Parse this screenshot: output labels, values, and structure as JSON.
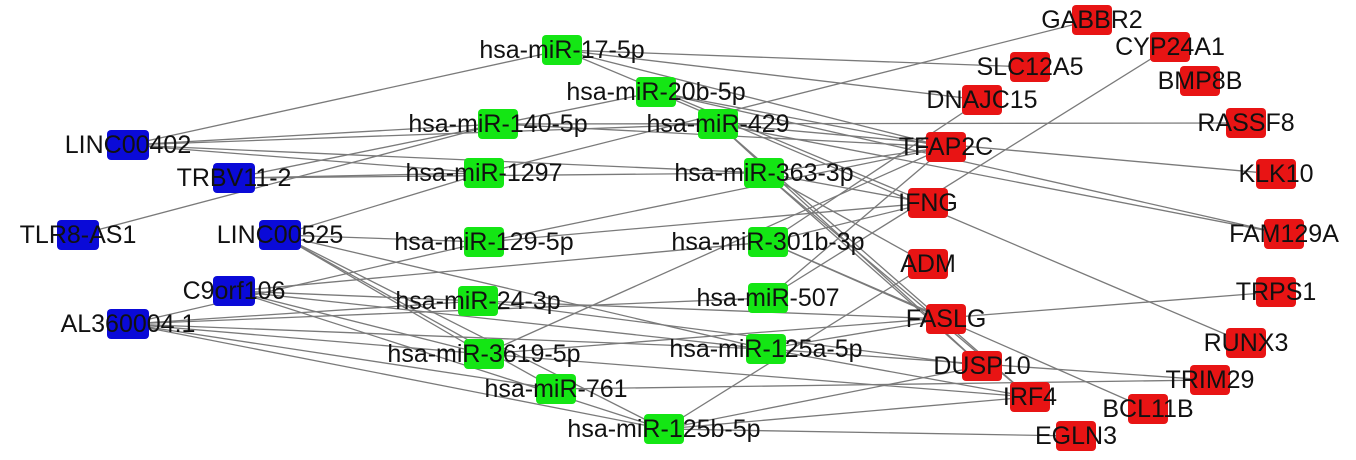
{
  "colors": {
    "lncrna": "#0a0ad8",
    "mirna": "#14e614",
    "mrna": "#e81414",
    "edge": "#7a7a7a"
  },
  "nodes": [
    {
      "id": "LINC00402",
      "label": "LINC00402",
      "type": "lncrna"
    },
    {
      "id": "TRBV11-2",
      "label": "TRBV11-2",
      "type": "lncrna"
    },
    {
      "id": "TLR8-AS1",
      "label": "TLR8-AS1",
      "type": "lncrna"
    },
    {
      "id": "LINC00525",
      "label": "LINC00525",
      "type": "lncrna"
    },
    {
      "id": "C9orf106",
      "label": "C9orf106",
      "type": "lncrna"
    },
    {
      "id": "AL360004.1",
      "label": "AL360004.1",
      "type": "lncrna"
    },
    {
      "id": "hsa-miR-17-5p",
      "label": "hsa-miR-17-5p",
      "type": "mirna"
    },
    {
      "id": "hsa-miR-20b-5p",
      "label": "hsa-miR-20b-5p",
      "type": "mirna"
    },
    {
      "id": "hsa-miR-140-5p",
      "label": "hsa-miR-140-5p",
      "type": "mirna"
    },
    {
      "id": "hsa-miR-429",
      "label": "hsa-miR-429",
      "type": "mirna"
    },
    {
      "id": "hsa-miR-1297",
      "label": "hsa-miR-1297",
      "type": "mirna"
    },
    {
      "id": "hsa-miR-363-3p",
      "label": "hsa-miR-363-3p",
      "type": "mirna"
    },
    {
      "id": "hsa-miR-129-5p",
      "label": "hsa-miR-129-5p",
      "type": "mirna"
    },
    {
      "id": "hsa-miR-301b-3p",
      "label": "hsa-miR-301b-3p",
      "type": "mirna"
    },
    {
      "id": "hsa-miR-24-3p",
      "label": "hsa-miR-24-3p",
      "type": "mirna"
    },
    {
      "id": "hsa-miR-507",
      "label": "hsa-miR-507",
      "type": "mirna"
    },
    {
      "id": "hsa-miR-3619-5p",
      "label": "hsa-miR-3619-5p",
      "type": "mirna"
    },
    {
      "id": "hsa-miR-125a-5p",
      "label": "hsa-miR-125a-5p",
      "type": "mirna"
    },
    {
      "id": "hsa-miR-761",
      "label": "hsa-miR-761",
      "type": "mirna"
    },
    {
      "id": "hsa-miR-125b-5p",
      "label": "hsa-miR-125b-5p",
      "type": "mirna"
    },
    {
      "id": "GABBR2",
      "label": "GABBR2",
      "type": "mrna"
    },
    {
      "id": "CYP24A1",
      "label": "CYP24A1",
      "type": "mrna"
    },
    {
      "id": "SLC12A5",
      "label": "SLC12A5",
      "type": "mrna"
    },
    {
      "id": "BMP8B",
      "label": "BMP8B",
      "type": "mrna"
    },
    {
      "id": "DNAJC15",
      "label": "DNAJC15",
      "type": "mrna"
    },
    {
      "id": "RASSF8",
      "label": "RASSF8",
      "type": "mrna"
    },
    {
      "id": "TFAP2C",
      "label": "TFAP2C",
      "type": "mrna"
    },
    {
      "id": "KLK10",
      "label": "KLK10",
      "type": "mrna"
    },
    {
      "id": "IFNG",
      "label": "IFNG",
      "type": "mrna"
    },
    {
      "id": "FAM129A",
      "label": "FAM129A",
      "type": "mrna"
    },
    {
      "id": "ADM",
      "label": "ADM",
      "type": "mrna"
    },
    {
      "id": "TRPS1",
      "label": "TRPS1",
      "type": "mrna"
    },
    {
      "id": "FASLG",
      "label": "FASLG",
      "type": "mrna"
    },
    {
      "id": "RUNX3",
      "label": "RUNX3",
      "type": "mrna"
    },
    {
      "id": "DUSP10",
      "label": "DUSP10",
      "type": "mrna"
    },
    {
      "id": "TRIM29",
      "label": "TRIM29",
      "type": "mrna"
    },
    {
      "id": "IRF4",
      "label": "IRF4",
      "type": "mrna"
    },
    {
      "id": "BCL11B",
      "label": "BCL11B",
      "type": "mrna"
    },
    {
      "id": "EGLN3",
      "label": "EGLN3",
      "type": "mrna"
    }
  ],
  "edges": [
    [
      "LINC00402",
      "hsa-miR-17-5p"
    ],
    [
      "LINC00402",
      "hsa-miR-140-5p"
    ],
    [
      "LINC00402",
      "hsa-miR-1297"
    ],
    [
      "LINC00402",
      "hsa-miR-363-3p"
    ],
    [
      "LINC00402",
      "hsa-miR-429"
    ],
    [
      "TRBV11-2",
      "hsa-miR-1297"
    ],
    [
      "TRBV11-2",
      "hsa-miR-20b-5p"
    ],
    [
      "TRBV11-2",
      "hsa-miR-363-3p"
    ],
    [
      "TLR8-AS1",
      "hsa-miR-140-5p"
    ],
    [
      "LINC00525",
      "hsa-miR-1297"
    ],
    [
      "LINC00525",
      "hsa-miR-129-5p"
    ],
    [
      "LINC00525",
      "hsa-miR-3619-5p"
    ],
    [
      "LINC00525",
      "hsa-miR-761"
    ],
    [
      "LINC00525",
      "hsa-miR-125b-5p"
    ],
    [
      "LINC00525",
      "hsa-miR-125a-5p"
    ],
    [
      "C9orf106",
      "hsa-miR-24-3p"
    ],
    [
      "C9orf106",
      "hsa-miR-3619-5p"
    ],
    [
      "C9orf106",
      "hsa-miR-125a-5p"
    ],
    [
      "C9orf106",
      "hsa-miR-125b-5p"
    ],
    [
      "C9orf106",
      "hsa-miR-301b-3p"
    ],
    [
      "AL360004.1",
      "hsa-miR-24-3p"
    ],
    [
      "AL360004.1",
      "hsa-miR-3619-5p"
    ],
    [
      "AL360004.1",
      "hsa-miR-125a-5p"
    ],
    [
      "AL360004.1",
      "hsa-miR-507"
    ],
    [
      "AL360004.1",
      "hsa-miR-761"
    ],
    [
      "AL360004.1",
      "hsa-miR-125b-5p"
    ],
    [
      "AL360004.1",
      "hsa-miR-129-5p"
    ],
    [
      "hsa-miR-17-5p",
      "SLC12A5"
    ],
    [
      "hsa-miR-17-5p",
      "TFAP2C"
    ],
    [
      "hsa-miR-17-5p",
      "IFNG"
    ],
    [
      "hsa-miR-17-5p",
      "DNAJC15"
    ],
    [
      "hsa-miR-20b-5p",
      "TFAP2C"
    ],
    [
      "hsa-miR-20b-5p",
      "FAM129A"
    ],
    [
      "hsa-miR-20b-5p",
      "RUNX3"
    ],
    [
      "hsa-miR-140-5p",
      "RASSF8"
    ],
    [
      "hsa-miR-140-5p",
      "TFAP2C"
    ],
    [
      "hsa-miR-429",
      "KLK10"
    ],
    [
      "hsa-miR-429",
      "DUSP10"
    ],
    [
      "hsa-miR-429",
      "IRF4"
    ],
    [
      "hsa-miR-429",
      "FAM129A"
    ],
    [
      "hsa-miR-1297",
      "GABBR2"
    ],
    [
      "hsa-miR-363-3p",
      "TFAP2C"
    ],
    [
      "hsa-miR-363-3p",
      "ADM"
    ],
    [
      "hsa-miR-363-3p",
      "IFNG"
    ],
    [
      "hsa-miR-363-3p",
      "DUSP10"
    ],
    [
      "hsa-miR-363-3p",
      "IRF4"
    ],
    [
      "hsa-miR-129-5p",
      "TFAP2C"
    ],
    [
      "hsa-miR-129-5p",
      "IFNG"
    ],
    [
      "hsa-miR-301b-3p",
      "DNAJC15"
    ],
    [
      "hsa-miR-301b-3p",
      "IFNG"
    ],
    [
      "hsa-miR-301b-3p",
      "BCL11B"
    ],
    [
      "hsa-miR-301b-3p",
      "FASLG"
    ],
    [
      "hsa-miR-24-3p",
      "FASLG"
    ],
    [
      "hsa-miR-24-3p",
      "DUSP10"
    ],
    [
      "hsa-miR-507",
      "TFAP2C"
    ],
    [
      "hsa-miR-507",
      "CYP24A1"
    ],
    [
      "hsa-miR-3619-5p",
      "TFAP2C"
    ],
    [
      "hsa-miR-3619-5p",
      "TRPS1"
    ],
    [
      "hsa-miR-3619-5p",
      "IRF4"
    ],
    [
      "hsa-miR-125a-5p",
      "IRF4"
    ],
    [
      "hsa-miR-125a-5p",
      "FASLG"
    ],
    [
      "hsa-miR-125a-5p",
      "TRIM29"
    ],
    [
      "hsa-miR-761",
      "TRIM29"
    ],
    [
      "hsa-miR-125b-5p",
      "IRF4"
    ],
    [
      "hsa-miR-125b-5p",
      "ADM"
    ],
    [
      "hsa-miR-125b-5p",
      "DUSP10"
    ],
    [
      "hsa-miR-125b-5p",
      "EGLN3"
    ]
  ]
}
